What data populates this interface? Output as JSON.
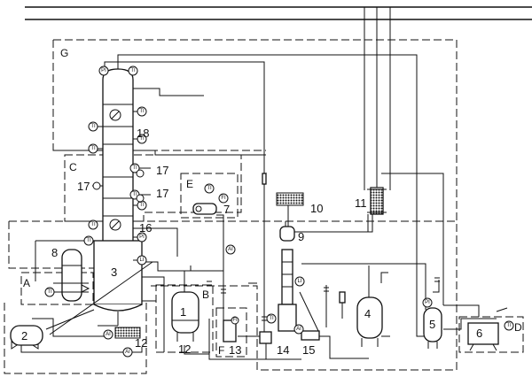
{
  "zones": {
    "A": "A",
    "B": "B",
    "C": "C",
    "D": "D",
    "E": "E",
    "F": "F",
    "G": "G"
  },
  "equipment": {
    "n1": "1",
    "n2": "2",
    "n3": "3",
    "n4": "4",
    "n5": "5",
    "n6": "6",
    "n7": "7",
    "n8": "8",
    "n9": "9",
    "n10": "10",
    "n11": "11",
    "n12a": "12",
    "n12b": "12",
    "n13": "13",
    "n14": "14",
    "n15": "15",
    "n16": "16",
    "n17a": "17",
    "n17b": "17",
    "n17c": "17",
    "n18": "18"
  },
  "instruments": {
    "pi_top": "PI",
    "ti_top": "TI",
    "ti_1": "TI",
    "ti_2": "TI",
    "ti_3": "TI",
    "ti_4": "TI",
    "ti_c1": "TI",
    "ti_c2": "TI",
    "ti_c3": "TI",
    "ti_c4": "TI",
    "ti_16": "TI",
    "pi_16": "PI",
    "li_3": "LI",
    "ti_8": "TI",
    "ti_e": "TI",
    "fi_e": "FI",
    "ai_1": "AI",
    "ai_12": "AI",
    "ai_12b": "AI",
    "li_15": "LI",
    "ai_15": "AI",
    "ti_14": "TI",
    "ti_a": "TI",
    "pi_5": "PI",
    "ti_6": "TI",
    "fi_13": "FI"
  }
}
